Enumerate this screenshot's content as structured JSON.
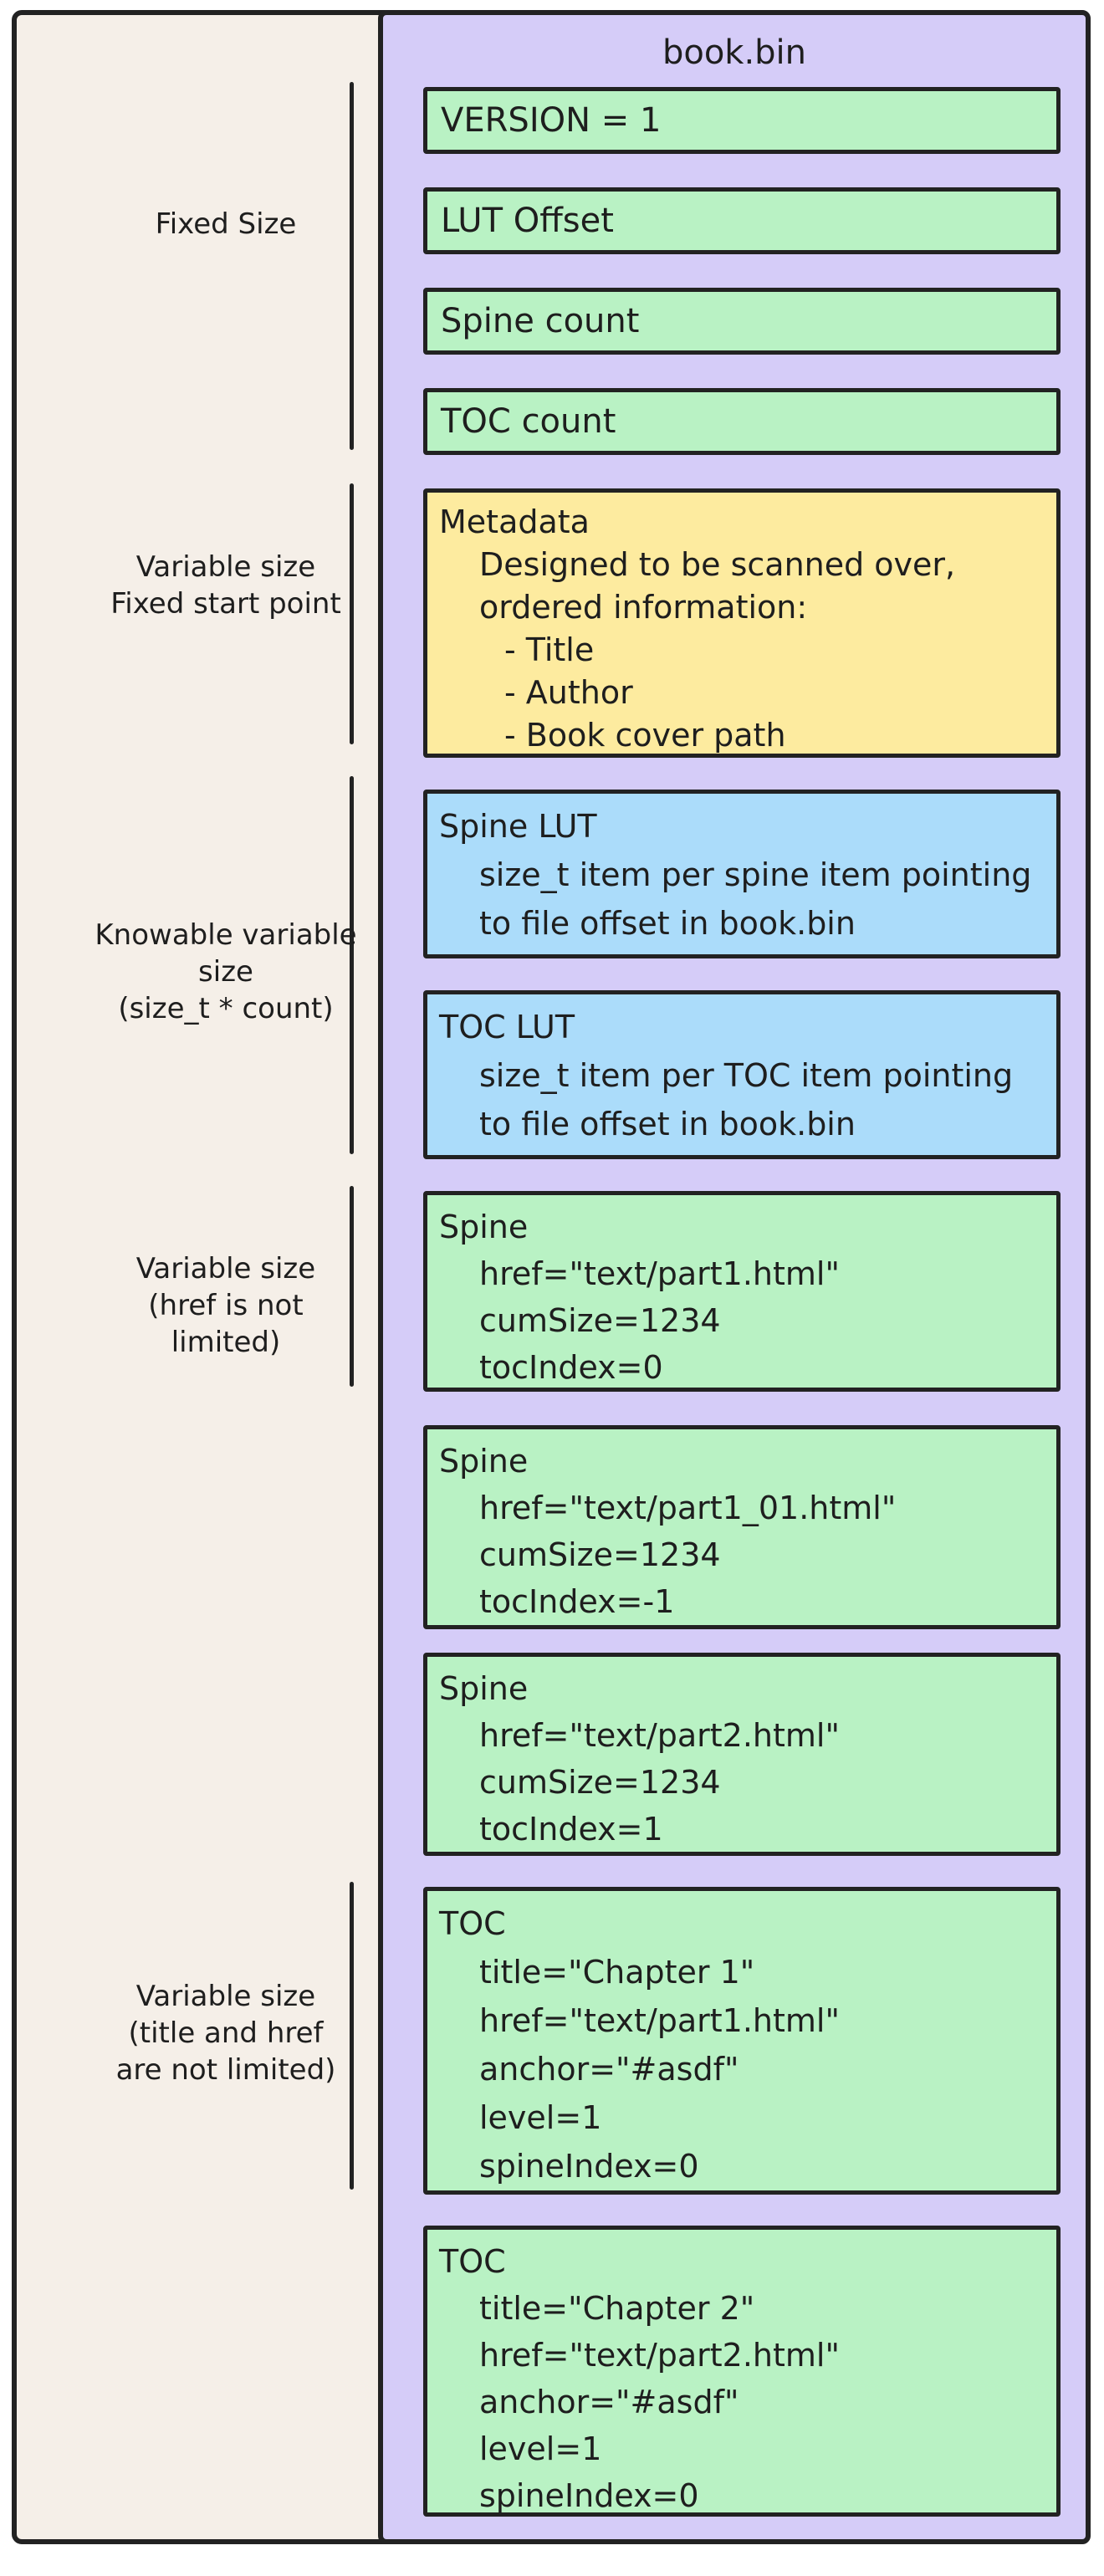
{
  "panel": {
    "title": "book.bin"
  },
  "colors": {
    "frame_bg": "#f5efe8",
    "panel_bg": "#d5ccf8",
    "field_green": "#b9f2c4",
    "metadata_yellow": "#fdeb9f",
    "lut_blue": "#abdcfa",
    "ink": "#222222"
  },
  "side_labels": [
    {
      "lines": [
        "Fixed Size"
      ]
    },
    {
      "lines": [
        "Variable size",
        "Fixed start point"
      ]
    },
    {
      "lines": [
        "Knowable variable size",
        "(size_t * count)"
      ]
    },
    {
      "lines": [
        "Variable size",
        "(href is not",
        "limited)"
      ]
    },
    {
      "lines": [
        "Variable size",
        "(title and href",
        "are not limited)"
      ]
    }
  ],
  "boxes": [
    {
      "name": "version",
      "type": "green",
      "lines": [
        "VERSION = 1"
      ]
    },
    {
      "name": "lut-offset",
      "type": "green",
      "lines": [
        "LUT Offset"
      ]
    },
    {
      "name": "spine-count",
      "type": "green",
      "lines": [
        "Spine count"
      ]
    },
    {
      "name": "toc-count",
      "type": "green",
      "lines": [
        "TOC count"
      ]
    },
    {
      "name": "metadata",
      "type": "yellow",
      "lines": [
        "Metadata",
        "Designed to be scanned over,",
        "ordered information:",
        "- Title",
        "- Author",
        "- Book cover path"
      ]
    },
    {
      "name": "spine-lut",
      "type": "blue",
      "lines": [
        "Spine LUT",
        "size_t item per spine item pointing",
        "to file offset in book.bin"
      ]
    },
    {
      "name": "toc-lut",
      "type": "blue",
      "lines": [
        "TOC LUT",
        "size_t item per TOC item pointing",
        "to file offset in book.bin"
      ]
    },
    {
      "name": "spine-1",
      "type": "green",
      "lines": [
        "Spine",
        "href=\"text/part1.html\"",
        "cumSize=1234",
        "tocIndex=0"
      ]
    },
    {
      "name": "spine-2",
      "type": "green",
      "lines": [
        "Spine",
        "href=\"text/part1_01.html\"",
        "cumSize=1234",
        "tocIndex=-1"
      ]
    },
    {
      "name": "spine-3",
      "type": "green",
      "lines": [
        "Spine",
        "href=\"text/part2.html\"",
        "cumSize=1234",
        "tocIndex=1"
      ]
    },
    {
      "name": "toc-1",
      "type": "green",
      "lines": [
        "TOC",
        "title=\"Chapter 1\"",
        "href=\"text/part1.html\"",
        "anchor=\"#asdf\"",
        "level=1",
        "spineIndex=0"
      ]
    },
    {
      "name": "toc-2",
      "type": "green",
      "lines": [
        "TOC",
        "title=\"Chapter 2\"",
        "href=\"text/part2.html\"",
        "anchor=\"#asdf\"",
        "level=1",
        "spineIndex=0"
      ]
    }
  ]
}
